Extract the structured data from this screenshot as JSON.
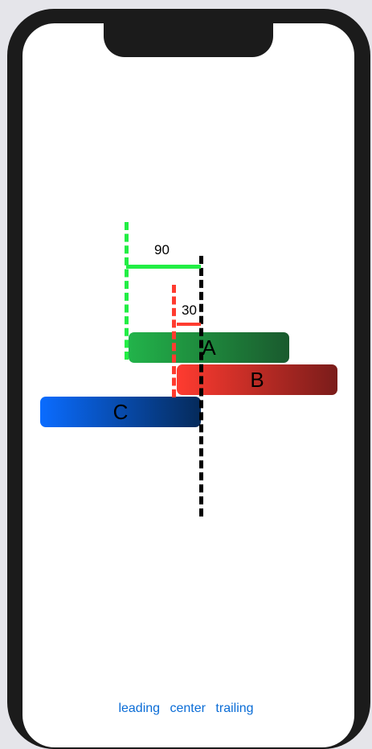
{
  "diagram": {
    "offsets": {
      "green_label": "90",
      "red_label": "30"
    },
    "boxes": {
      "a_label": "A",
      "b_label": "B",
      "c_label": "C"
    }
  },
  "bottom_bar": {
    "leading": "leading",
    "center": "center",
    "trailing": "trailing"
  },
  "colors": {
    "green": "#22ee44",
    "red": "#ff3b2f",
    "blue": "#0a6cff",
    "link": "#0a6cd6"
  }
}
